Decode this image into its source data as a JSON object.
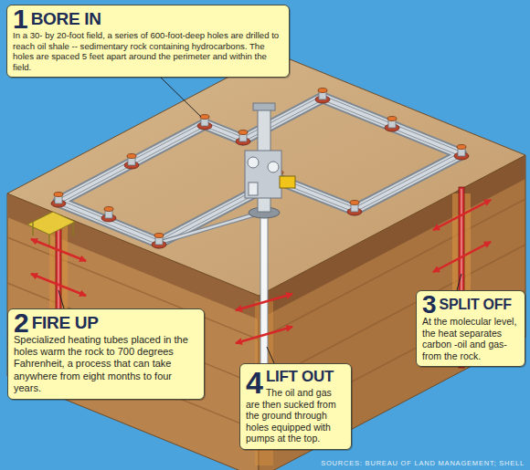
{
  "diagram": {
    "nodes": [
      {
        "text": [
          "1",
          "BORE IN",
          "In a 30- by 20-foot field, a series of 600-foot-deep holes are drilled to reach oil shale -- sedimentary rock containing hydrocarbons. The holes are spaced 5 feet apart around the perimeter and within the field."
        ]
      },
      {
        "text": [
          "2",
          "FIRE UP",
          "Specialized heating tubes placed in the holes warm the rock to 700 degrees Fahrenheit, a process that can take anywhere from eight months to four years."
        ]
      },
      {
        "text": [
          "3",
          "SPLIT OFF",
          "At the molecular level, the heat separates carbon -oil and gas-from the rock."
        ]
      },
      {
        "text": [
          "4",
          "LIFT OUT",
          "The oil and gas are then sucked from the ground through holes equipped with pumps at the top."
        ]
      }
    ],
    "labels": [
      "SOURCES: BUREAU OF LAND MANAGEMENT; SHELL"
    ]
  }
}
